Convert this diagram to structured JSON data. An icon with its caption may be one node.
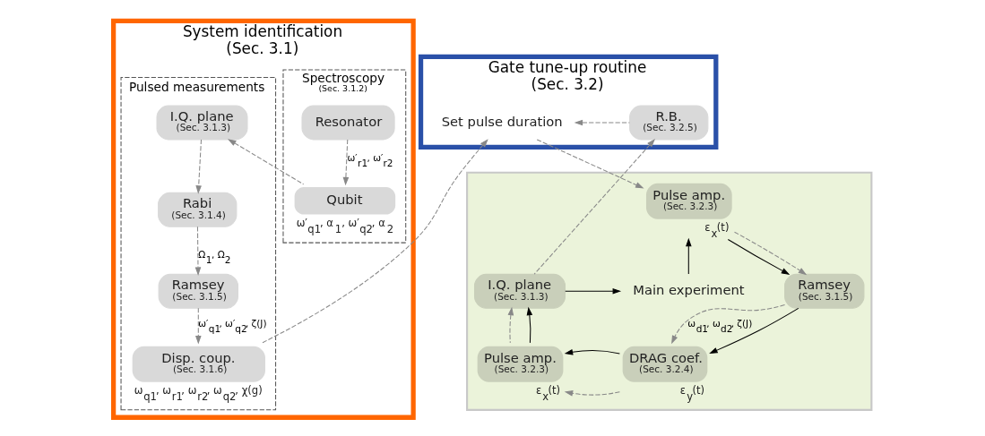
{
  "diagram": {
    "nodes": [
      {
        "text": [
          "System identification",
          "(Sec. 3.1)"
        ]
      },
      {
        "text": [
          "Spectroscopy",
          "(Sec. 3.1.2)"
        ],
        "in": 0
      },
      {
        "text": [
          "Pulsed measurements"
        ],
        "in": 0
      },
      {
        "text": [
          "Resonator"
        ],
        "in": 1
      },
      {
        "text": [
          "Qubit"
        ],
        "in": 1,
        "beside": [
          "ω′$_{q1}$, α$_{1}$, ω′$_{q2}$, α$_{2}$"
        ]
      },
      {
        "text": [
          "I.Q. plane",
          "(Sec. 3.1.3)"
        ],
        "in": 2
      },
      {
        "text": [
          "Rabi",
          "(Sec. 3.1.4)"
        ],
        "in": 2
      },
      {
        "text": [
          "Ramsey",
          "(Sec. 3.1.5)"
        ],
        "in": 2
      },
      {
        "text": [
          "Disp. coup.",
          "(Sec. 3.1.6)"
        ],
        "in": 2,
        "beside": [
          "ω$_{q1}$, ω$_{r1}$, ω$_{r2}$, ω$_{q2}$, χ(g)"
        ]
      },
      {
        "text": [
          "Gate tune-up routine",
          "(Sec. 3.2)"
        ]
      },
      {
        "text": [
          "Set pulse duration"
        ],
        "in": 9
      },
      {
        "text": [
          "R.B.",
          "(Sec. 3.2.5)"
        ],
        "in": 9
      },
      {
        "text": [],
        "shape": "box"
      },
      {
        "text": [
          "Pulse amp.",
          "(Sec. 3.2.3)"
        ],
        "in": 12,
        "beside": [
          "ε$_{x}$(t)"
        ]
      },
      {
        "text": [
          "Ramsey",
          "(Sec. 3.1.5)"
        ],
        "in": 12
      },
      {
        "text": [
          "DRAG coef.",
          "(Sec. 3.2.4)"
        ],
        "in": 12,
        "beside": [
          "ε$_{y}$(t)"
        ]
      },
      {
        "text": [
          "Pulse amp.",
          "(Sec. 3.2.3)"
        ],
        "in": 12,
        "beside": [
          "ε$_{x}$(t)"
        ]
      },
      {
        "text": [
          "I.Q. plane",
          "(Sec. 3.1.3)"
        ],
        "in": 12
      },
      {
        "text": [
          "Main experiment"
        ],
        "in": 12
      }
    ],
    "edges": [
      {
        "from": 3,
        "to": 4,
        "arrow": "to",
        "style": "dashed",
        "label": "ω′$_{r1}$, ω′$_{r2}$"
      },
      {
        "from": 4,
        "to": 5,
        "arrow": "to",
        "style": "dashed"
      },
      {
        "from": 5,
        "to": 6,
        "arrow": "to",
        "style": "dashed"
      },
      {
        "from": 6,
        "to": 7,
        "arrow": "to",
        "style": "dashed",
        "label": "Ω$_{1}$, Ω$_{2}$"
      },
      {
        "from": 7,
        "to": 8,
        "arrow": "to",
        "style": "dashed",
        "label": "ω′$_{q1}$, ω′$_{q2}$, ζ(J)"
      },
      {
        "from": 8,
        "to": 10,
        "arrow": "to",
        "style": "dashed"
      },
      {
        "from": 11,
        "to": 10,
        "arrow": "to",
        "style": "dashed"
      },
      {
        "from": 10,
        "to": 13,
        "arrow": "to",
        "style": "dashed"
      },
      {
        "from": 13,
        "to": 14,
        "arrow": "to",
        "color": "#000000"
      },
      {
        "from": 13,
        "to": 14,
        "arrow": "to",
        "style": "dashed"
      },
      {
        "from": 14,
        "to": 15,
        "arrow": "to",
        "color": "#000000"
      },
      {
        "from": 14,
        "to": 15,
        "arrow": "to",
        "style": "dashed",
        "label": "ω$_{d1}$, ω$_{d2}$, ζ(J)"
      },
      {
        "from": 15,
        "to": 16,
        "arrow": "to",
        "style": "dashed"
      },
      {
        "from": 15,
        "to": 16,
        "arrow": "to",
        "color": "#000000"
      },
      {
        "from": 16,
        "to": 17,
        "arrow": "to",
        "style": "dashed"
      },
      {
        "from": 16,
        "to": 17,
        "arrow": "to",
        "color": "#000000"
      },
      {
        "from": 17,
        "to": 11,
        "arrow": "to",
        "style": "dashed"
      },
      {
        "from": 17,
        "to": 18,
        "arrow": "to",
        "color": "#000000"
      },
      {
        "from": 18,
        "to": 13,
        "arrow": "to",
        "color": "#000000"
      }
    ]
  }
}
